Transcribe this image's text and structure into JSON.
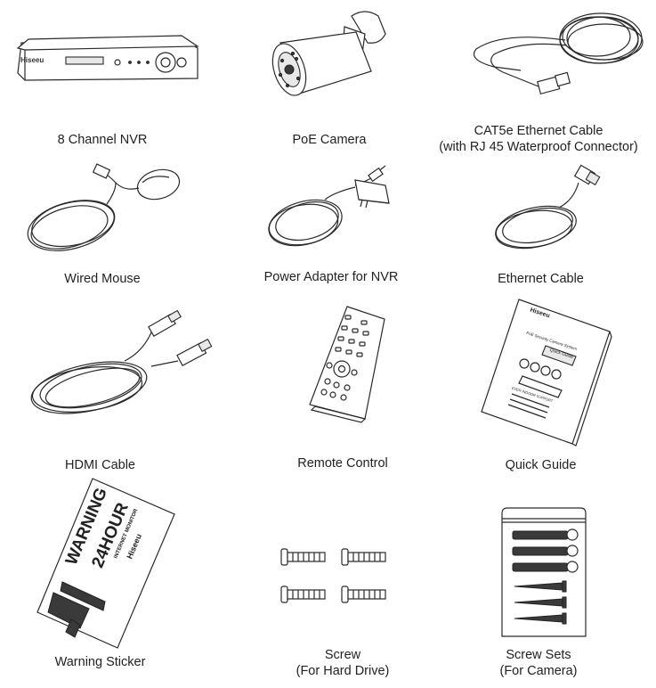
{
  "items": {
    "nvr": {
      "label": "8 Channel NVR",
      "logo": "Hiseeu"
    },
    "camera": {
      "label": "PoE Camera"
    },
    "cat5e": {
      "line1": "CAT5e Ethernet Cable",
      "line2": "(with RJ 45 Waterproof Connector)"
    },
    "mouse": {
      "label": "Wired Mouse"
    },
    "adapter": {
      "label": "Power Adapter for NVR"
    },
    "ethernet": {
      "label": "Ethernet Cable"
    },
    "hdmi": {
      "label": "HDMI Cable"
    },
    "remote": {
      "label": "Remote Control"
    },
    "guide": {
      "label": "Quick Guide",
      "logo": "Hiseeu",
      "subtitle": "PoE Security Camera System",
      "badge": "Quick Guide",
      "support": "EVER INDOOR SUPPORT"
    },
    "sticker": {
      "label": "Warning Sticker",
      "warning": "WARNING",
      "hours": "24HOUR",
      "monitor": "INTERNET MONITOR",
      "logo": "Hiseeu"
    },
    "screw_hd": {
      "line1": "Screw",
      "line2": "(For Hard Drive)"
    },
    "screw_cam": {
      "line1": "Screw Sets",
      "line2": "(For Camera)"
    }
  }
}
